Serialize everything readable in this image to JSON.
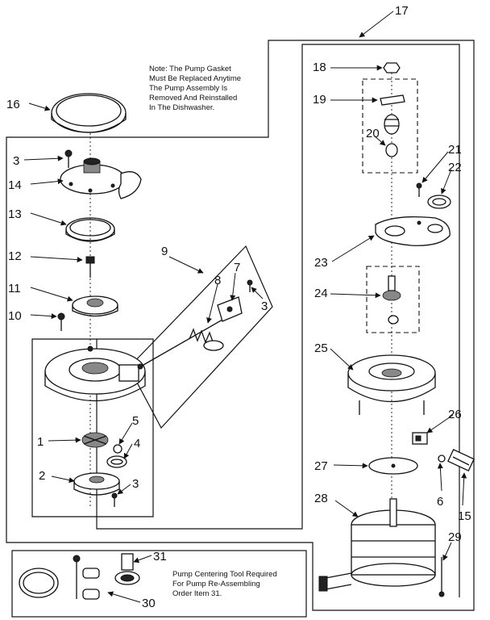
{
  "note_lines": [
    "Note: The Pump Gasket",
    "Must Be Replaced Anytime",
    "The Pump Assembly Is",
    "Removed And Reinstalled",
    "In The Dishwasher."
  ],
  "tool_note_lines": [
    "Pump Centering Tool Required",
    "For Pump Re-Assembling",
    "Order Item 31."
  ],
  "callouts": {
    "c1": "1",
    "c2": "2",
    "c3a": "3",
    "c3b": "3",
    "c3c": "3",
    "c4": "4",
    "c5": "5",
    "c6": "6",
    "c7": "7",
    "c8": "8",
    "c9": "9",
    "c10": "10",
    "c11": "11",
    "c12": "12",
    "c13": "13",
    "c14": "14",
    "c15": "15",
    "c16": "16",
    "c17": "17",
    "c18": "18",
    "c19": "19",
    "c20": "20",
    "c21": "21",
    "c22": "22",
    "c23": "23",
    "c24": "24",
    "c25": "25",
    "c26": "26",
    "c27": "27",
    "c28": "28",
    "c29": "29",
    "c30": "30",
    "c31": "31"
  }
}
